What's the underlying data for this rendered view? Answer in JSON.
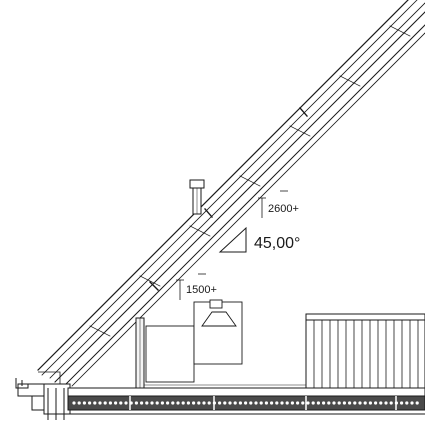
{
  "drawing": {
    "height_marks": [
      {
        "label": "2600+"
      },
      {
        "label": "1500+"
      }
    ],
    "roof_pitch": {
      "label": "45,00°"
    }
  },
  "colors": {
    "line": "#1a1a1a",
    "wall_fill": "#f4f4f4",
    "insulation": "#4a4a4a",
    "background": "#ffffff"
  }
}
